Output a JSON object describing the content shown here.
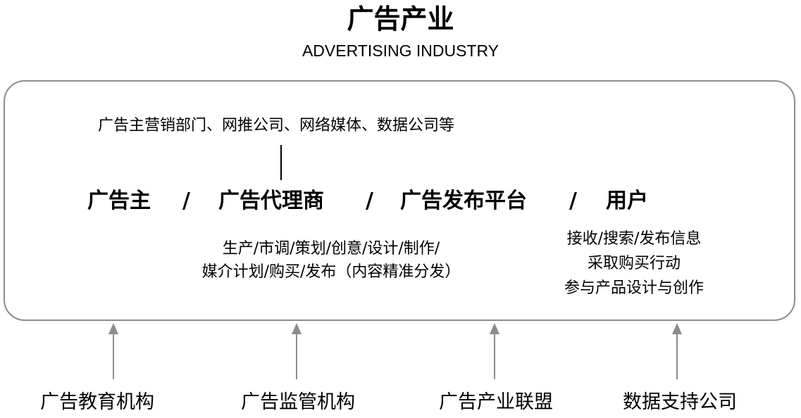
{
  "title": "广告产业",
  "subtitle": "ADVERTISING INDUSTRY",
  "participants_note": "广告主营销部门、网推公司、网络媒体、数据公司等",
  "value_chain": {
    "items": [
      "广告主",
      "广告代理商",
      "广告发布平台",
      "用户"
    ],
    "separator": "/"
  },
  "agency_activities": [
    "生产/市调/策划/创意/设计/制作/",
    "媒介计划/购买/发布（内容精准分发）"
  ],
  "user_actions": [
    "接收/搜索/发布信息",
    "采取购买行动",
    "参与产品设计与创作"
  ],
  "support_organizations": [
    "广告教育机构",
    "广告监管机构",
    "广告产业联盟",
    "数据支持公司"
  ],
  "colors": {
    "frame": "#8c8c8c",
    "arrow": "#8c8c8c",
    "text": "#000000"
  }
}
